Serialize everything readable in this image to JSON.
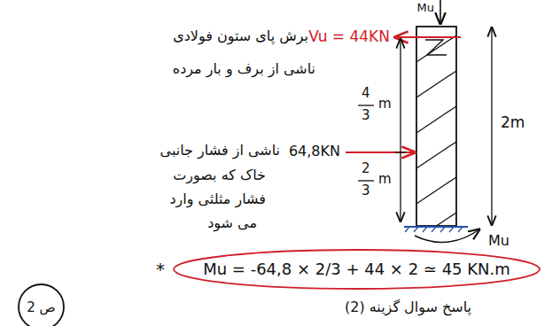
{
  "diagram": {
    "nodes": [
      {
        "text": [
          "Mu = -64,8 × 2/3 + 44 × 2 ≃ 45 KN.m"
        ]
      },
      {
        "text": [
          "ص 2"
        ]
      }
    ],
    "labels": [
      "Mu",
      "Vu = 44KN",
      "برش پای ستون فولادی",
      "ناشی از برف و بار مرده",
      "4",
      "3",
      "m",
      "64,8KN",
      "ناشی از فشار جانبی",
      "خاک که بصورت",
      "فشار مثلثی وارد",
      "می شود",
      "2",
      "3",
      "m",
      "2m",
      "Mu",
      "*",
      "پاسخ سوال گزینه (2)"
    ]
  }
}
